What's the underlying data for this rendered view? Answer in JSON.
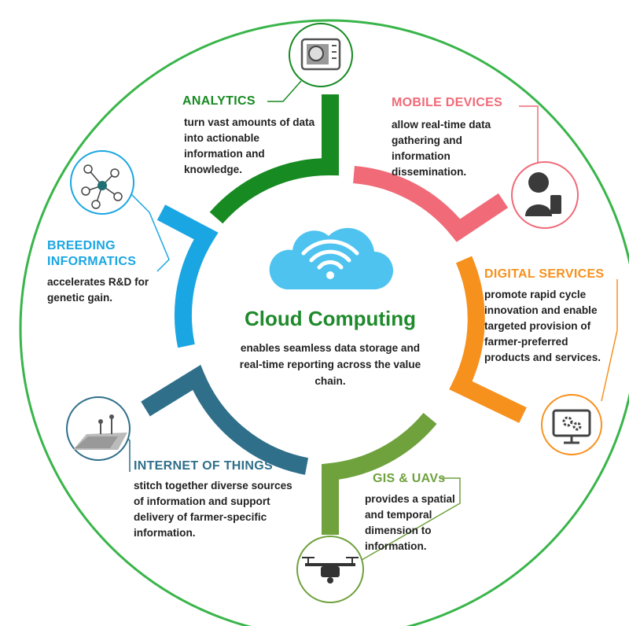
{
  "center": {
    "title": "Cloud Computing",
    "description": "enables seamless data storage and real-time reporting across the value chain."
  },
  "segments": [
    {
      "title": "ANALYTICS",
      "description": "turn vast amounts of data into actionable information and knowledge.",
      "color": "#178a22",
      "icon": "tablet-chart-icon"
    },
    {
      "title": "MOBILE DEVICES",
      "description": "allow real-time data gathering and information dissemination.",
      "color": "#f06a78",
      "icon": "person-phone-icon"
    },
    {
      "title": "DIGITAL SERVICES",
      "description": "promote rapid cycle innovation and enable targeted provision of farmer-preferred products and services.",
      "color": "#f7911e",
      "icon": "monitor-gears-icon"
    },
    {
      "title": "GIS & UAVs",
      "description": "provides a spatial and temporal dimension to information.",
      "color": "#6fa13d",
      "icon": "drone-icon"
    },
    {
      "title": "INTERNET OF THINGS",
      "description": "stitch together diverse sources of information and support delivery of farmer-specific information.",
      "color": "#2f6f8a",
      "icon": "field-sensors-icon"
    },
    {
      "title": "BREEDING INFORMATICS",
      "description": "accelerates R&D for genetic gain.",
      "color": "#1aa6e2",
      "icon": "network-nodes-icon"
    }
  ],
  "colors": {
    "outer_ring": "#39b54a",
    "cloud": "#4fc3ef"
  }
}
